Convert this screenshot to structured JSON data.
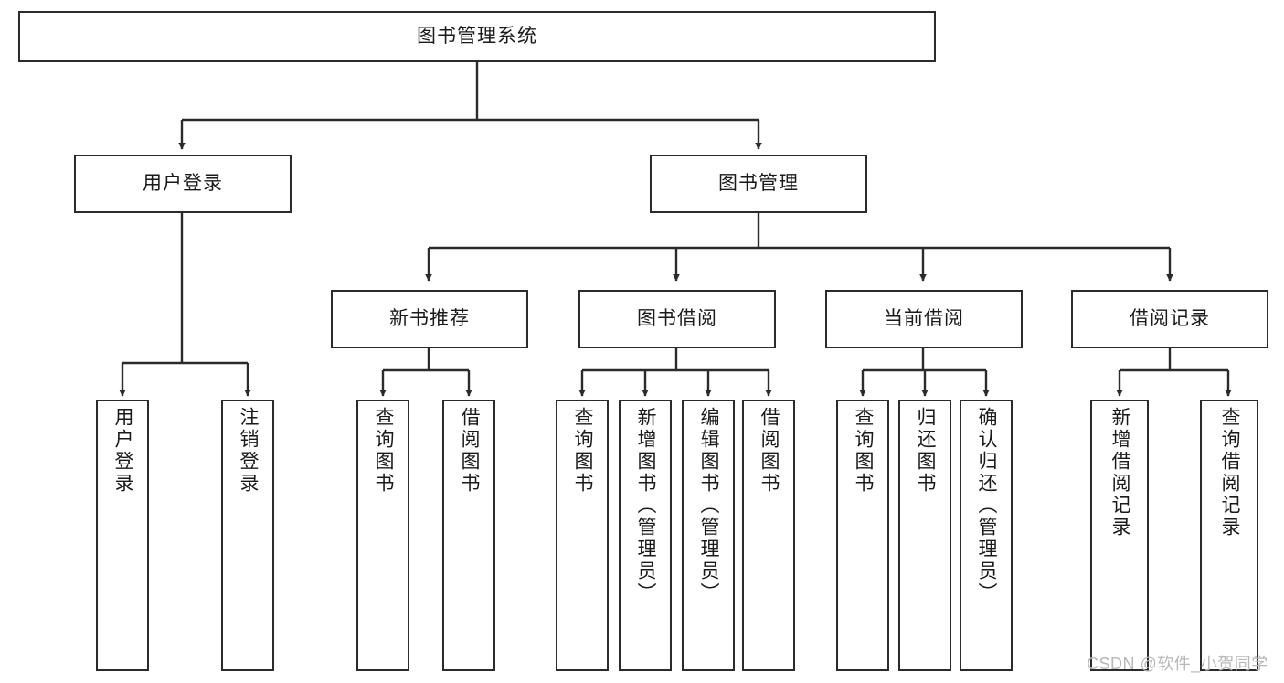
{
  "diagram": {
    "type": "hierarchy-tree",
    "title": "图书管理系统",
    "root": {
      "id": "root",
      "label": "图书管理系统"
    },
    "level2": [
      {
        "id": "user-login",
        "label": "用户登录"
      },
      {
        "id": "book-manage",
        "label": "图书管理"
      }
    ],
    "level3": [
      {
        "id": "new-book-recommend",
        "label": "新书推荐",
        "parent": "book-manage"
      },
      {
        "id": "book-borrow",
        "label": "图书借阅",
        "parent": "book-manage"
      },
      {
        "id": "current-borrow",
        "label": "当前借阅",
        "parent": "book-manage"
      },
      {
        "id": "borrow-record",
        "label": "借阅记录",
        "parent": "book-manage"
      }
    ],
    "leaves": [
      {
        "id": "leaf-user-login",
        "label": "用户登录",
        "parent": "user-login"
      },
      {
        "id": "leaf-user-logout",
        "label": "注销登录",
        "parent": "user-login"
      },
      {
        "id": "leaf-query-book-1",
        "label": "查询图书",
        "parent": "new-book-recommend"
      },
      {
        "id": "leaf-borrow-book-1",
        "label": "借阅图书",
        "parent": "new-book-recommend"
      },
      {
        "id": "leaf-query-book-2",
        "label": "查询图书",
        "parent": "book-borrow"
      },
      {
        "id": "leaf-add-book",
        "label": "新增图书（管理员）",
        "parent": "book-borrow"
      },
      {
        "id": "leaf-edit-book",
        "label": "编辑图书（管理员）",
        "parent": "book-borrow"
      },
      {
        "id": "leaf-borrow-book-2",
        "label": "借阅图书",
        "parent": "book-borrow"
      },
      {
        "id": "leaf-query-book-3",
        "label": "查询图书",
        "parent": "current-borrow"
      },
      {
        "id": "leaf-return-book",
        "label": "归还图书",
        "parent": "current-borrow"
      },
      {
        "id": "leaf-confirm-return",
        "label": "确认归还（管理员）",
        "parent": "current-borrow"
      },
      {
        "id": "leaf-add-record",
        "label": "新增借阅记录",
        "parent": "borrow-record"
      },
      {
        "id": "leaf-query-record",
        "label": "查询借阅记录",
        "parent": "borrow-record"
      }
    ],
    "colors": {
      "stroke": "#2b2b2b",
      "fill": "#ffffff",
      "text": "#1a1a1a",
      "watermark": "#b8b8b8"
    }
  },
  "watermark": {
    "text": "CSDN @软件_小贺同学"
  }
}
